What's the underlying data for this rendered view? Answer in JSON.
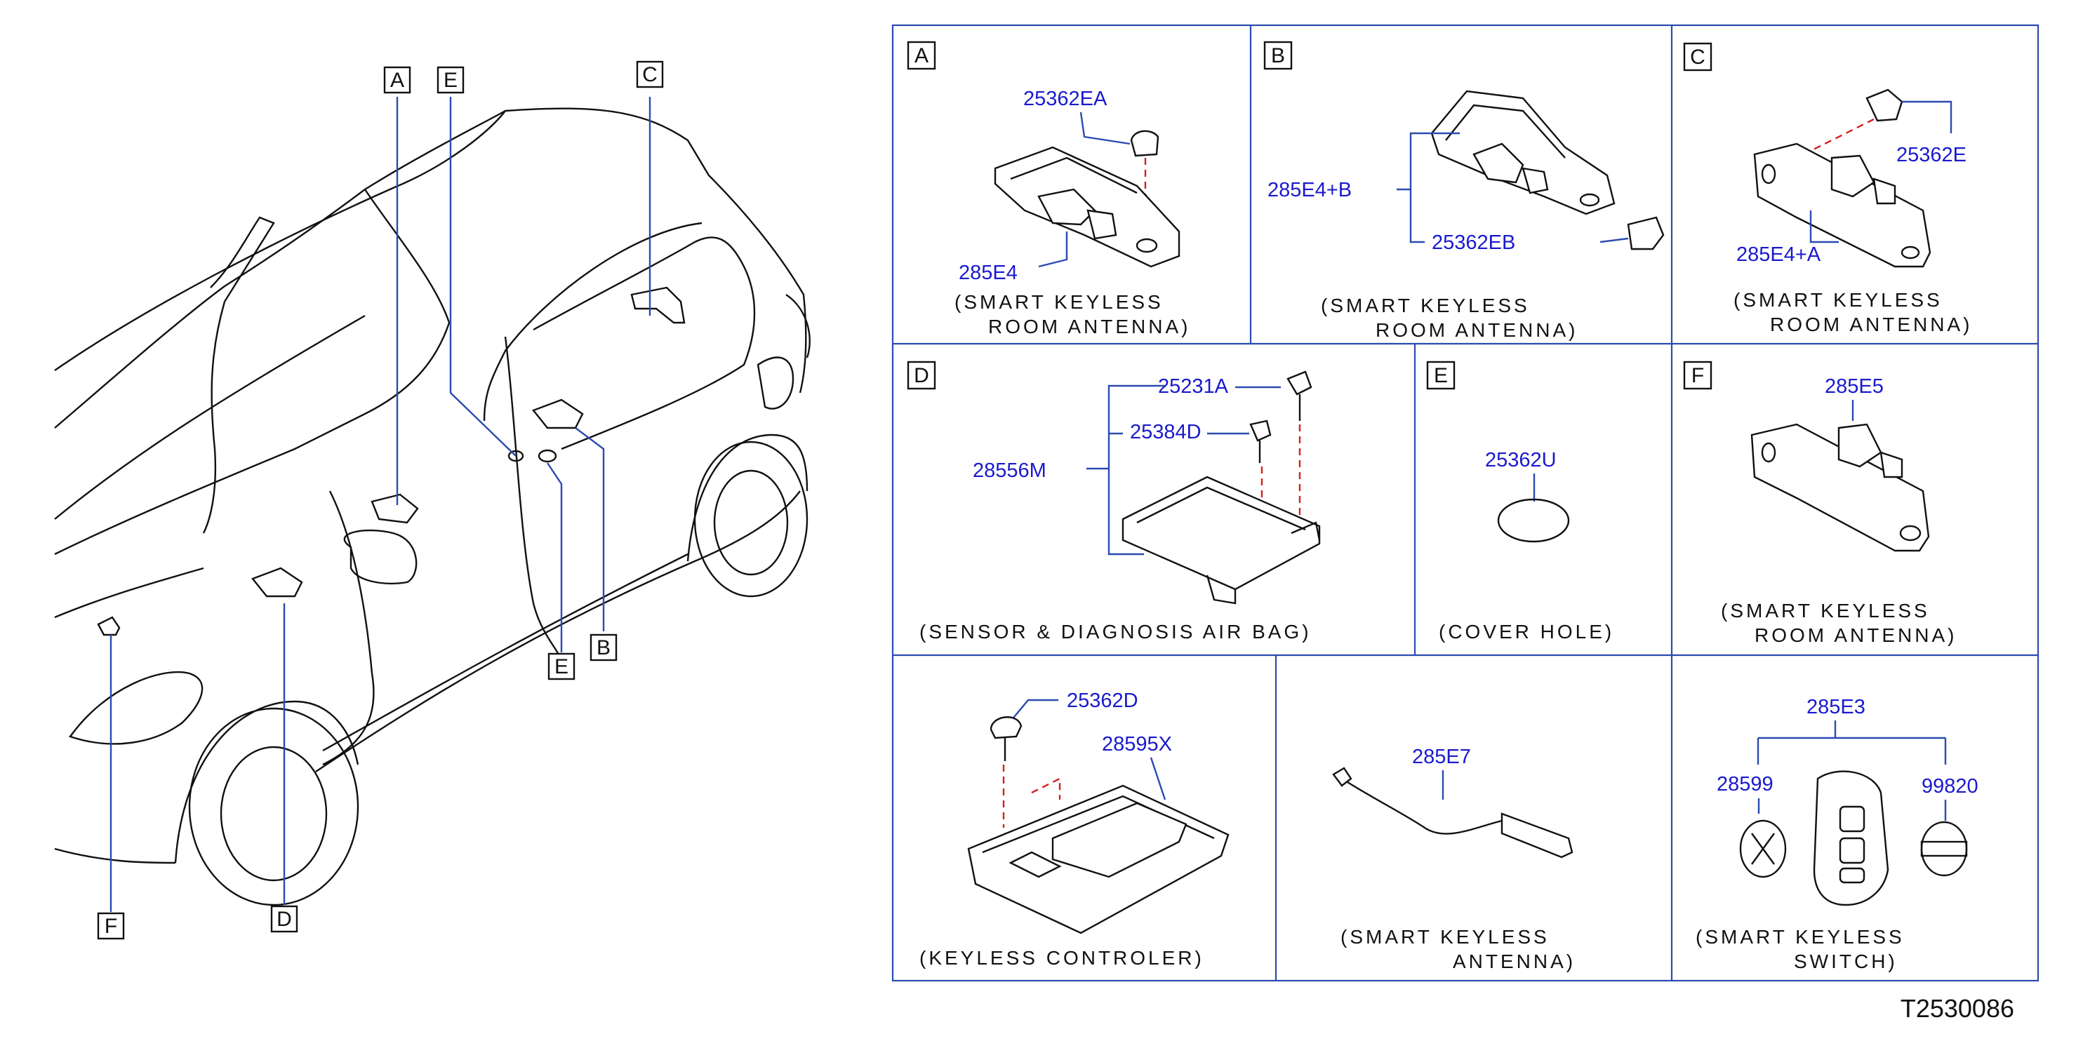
{
  "diagram_code": "T2530086",
  "car_callouts": [
    "A",
    "E",
    "C",
    "B",
    "E",
    "D",
    "F"
  ],
  "panels": [
    {
      "letter": "A",
      "parts": [
        "25362EA",
        "285E4"
      ],
      "caption": [
        "(SMART  KEYLESS",
        "ROOM  ANTENNA)"
      ]
    },
    {
      "letter": "B",
      "parts": [
        "285E4+B",
        "25362EB"
      ],
      "caption": [
        "(SMART  KEYLESS",
        "ROOM  ANTENNA)"
      ]
    },
    {
      "letter": "C",
      "parts": [
        "25362E",
        "285E4+A"
      ],
      "caption": [
        "(SMART  KEYLESS",
        "ROOM  ANTENNA)"
      ]
    },
    {
      "letter": "D",
      "parts": [
        "25231A",
        "25384D",
        "28556M"
      ],
      "caption": [
        "(SENSOR  &  DIAGNOSIS  AIR  BAG)"
      ]
    },
    {
      "letter": "E",
      "parts": [
        "25362U"
      ],
      "caption": [
        "(COVER  HOLE)"
      ]
    },
    {
      "letter": "F",
      "parts": [
        "285E5"
      ],
      "caption": [
        "(SMART  KEYLESS",
        "ROOM  ANTENNA)"
      ]
    },
    {
      "letter": "",
      "parts": [
        "25362D",
        "28595X"
      ],
      "caption": [
        "(KEYLESS        CONTROLER)"
      ]
    },
    {
      "letter": "",
      "parts": [
        "285E7"
      ],
      "caption": [
        "(SMART  KEYLESS",
        "ANTENNA)"
      ]
    },
    {
      "letter": "",
      "parts": [
        "285E3",
        "28599",
        "99820"
      ],
      "caption": [
        "(SMART  KEYLESS",
        "SWITCH)"
      ]
    }
  ]
}
